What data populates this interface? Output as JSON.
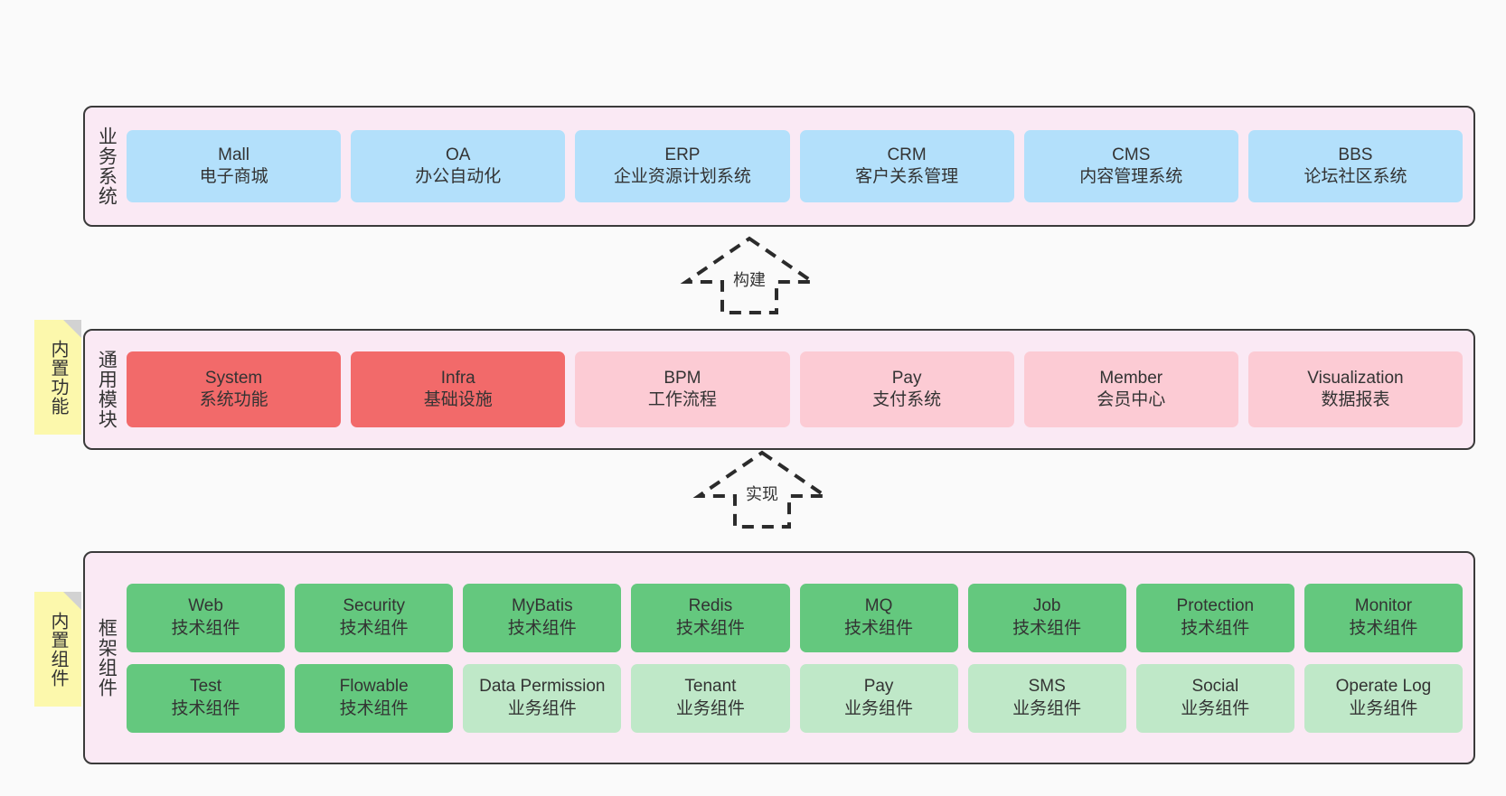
{
  "diagram": {
    "background_color": "#fafafa",
    "band_fill": "#fae9f4",
    "band_border": "#3a3a3a",
    "note_fill": "#fcf8ac",
    "colors": {
      "business_system": "#b3e0fb",
      "module_core": "#f26a6a",
      "module_soft": "#fccbd4",
      "tech_component": "#64c87e",
      "business_component": "#bfe8c8"
    }
  },
  "layers": [
    {
      "id": "business-system",
      "title": "业务系统",
      "cards": [
        {
          "en": "Mall",
          "cn": "电子商城"
        },
        {
          "en": "OA",
          "cn": "办公自动化"
        },
        {
          "en": "ERP",
          "cn": "企业资源计划系统"
        },
        {
          "en": "CRM",
          "cn": "客户关系管理"
        },
        {
          "en": "CMS",
          "cn": "内容管理系统"
        },
        {
          "en": "BBS",
          "cn": "论坛社区系统"
        }
      ]
    },
    {
      "id": "common-module",
      "title": "通用模块",
      "note": "内置功能",
      "cards": [
        {
          "en": "System",
          "cn": "系统功能",
          "kind": "mod-core"
        },
        {
          "en": "Infra",
          "cn": "基础设施",
          "kind": "mod-core"
        },
        {
          "en": "BPM",
          "cn": "工作流程",
          "kind": "mod-soft"
        },
        {
          "en": "Pay",
          "cn": "支付系统",
          "kind": "mod-soft"
        },
        {
          "en": "Member",
          "cn": "会员中心",
          "kind": "mod-soft"
        },
        {
          "en": "Visualization",
          "cn": "数据报表",
          "kind": "mod-soft"
        }
      ]
    },
    {
      "id": "framework-component",
      "title": "框架组件",
      "note": "内置组件",
      "row1": [
        {
          "en": "Web",
          "cn": "技术组件",
          "kind": "tech"
        },
        {
          "en": "Security",
          "cn": "技术组件",
          "kind": "tech"
        },
        {
          "en": "MyBatis",
          "cn": "技术组件",
          "kind": "tech"
        },
        {
          "en": "Redis",
          "cn": "技术组件",
          "kind": "tech"
        },
        {
          "en": "MQ",
          "cn": "技术组件",
          "kind": "tech"
        },
        {
          "en": "Job",
          "cn": "技术组件",
          "kind": "tech"
        },
        {
          "en": "Protection",
          "cn": "技术组件",
          "kind": "tech"
        },
        {
          "en": "Monitor",
          "cn": "技术组件",
          "kind": "tech"
        }
      ],
      "row2": [
        {
          "en": "Test",
          "cn": "技术组件",
          "kind": "tech"
        },
        {
          "en": "Flowable",
          "cn": "技术组件",
          "kind": "tech"
        },
        {
          "en": "Data Permission",
          "cn": "业务组件",
          "kind": "bizcmp"
        },
        {
          "en": "Tenant",
          "cn": "业务组件",
          "kind": "bizcmp"
        },
        {
          "en": "Pay",
          "cn": "业务组件",
          "kind": "bizcmp"
        },
        {
          "en": "SMS",
          "cn": "业务组件",
          "kind": "bizcmp"
        },
        {
          "en": "Social",
          "cn": "业务组件",
          "kind": "bizcmp"
        },
        {
          "en": "Operate Log",
          "cn": "业务组件",
          "kind": "bizcmp"
        }
      ]
    }
  ],
  "connectors": [
    {
      "id": "build",
      "label": "构建"
    },
    {
      "id": "implement",
      "label": "实现"
    }
  ]
}
